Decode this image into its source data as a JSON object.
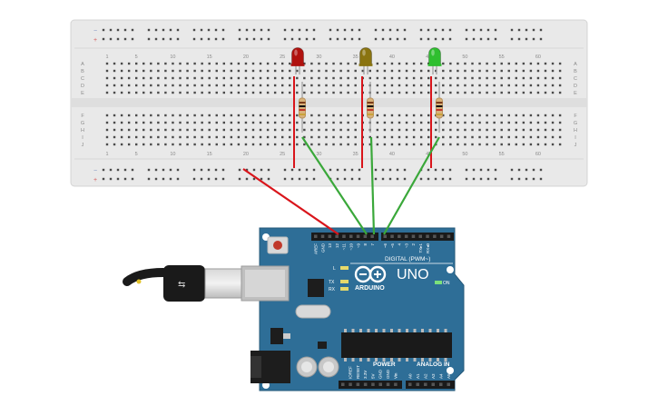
{
  "breadboard": {
    "row_letters_top": [
      "A",
      "B",
      "C",
      "D",
      "E"
    ],
    "row_letters_bottom": [
      "F",
      "G",
      "H",
      "I",
      "J"
    ],
    "column_numbers": [
      "1",
      "5",
      "10",
      "15",
      "20",
      "25",
      "30",
      "35",
      "40",
      "45",
      "50",
      "55",
      "60"
    ],
    "rail_minus": "−",
    "rail_plus": "+"
  },
  "leds": [
    {
      "name": "led-red",
      "color": "#b0120e"
    },
    {
      "name": "led-yellow",
      "color": "#8a7410"
    },
    {
      "name": "led-green",
      "color": "#2fbf2f"
    }
  ],
  "wire_colors": {
    "ground": "#d9151b",
    "leg": "#d9151b",
    "signal": "#3aa83a"
  },
  "arduino": {
    "logo_text": "ARDUINO",
    "model": "UNO",
    "digital_label": "DIGITAL (PWM~)",
    "power_label": "POWER",
    "analog_label": "ANALOG IN",
    "on_label": "ON",
    "led_labels": [
      "L",
      "TX",
      "RX"
    ],
    "top_pin_labels": [
      "AREF",
      "GND",
      "13",
      "12",
      "~11",
      "~10",
      "~9",
      "8",
      "7",
      "~6",
      "~5",
      "4",
      "~3",
      "2",
      "TX▸1",
      "RX◂0"
    ],
    "power_pin_labels": [
      "IOREF",
      "RESET",
      "3.3V",
      "5V",
      "GND",
      "GND",
      "Vin"
    ],
    "analog_pin_labels": [
      "A0",
      "A1",
      "A2",
      "A3",
      "A4",
      "A5"
    ],
    "board_color": "#2e6e97"
  }
}
